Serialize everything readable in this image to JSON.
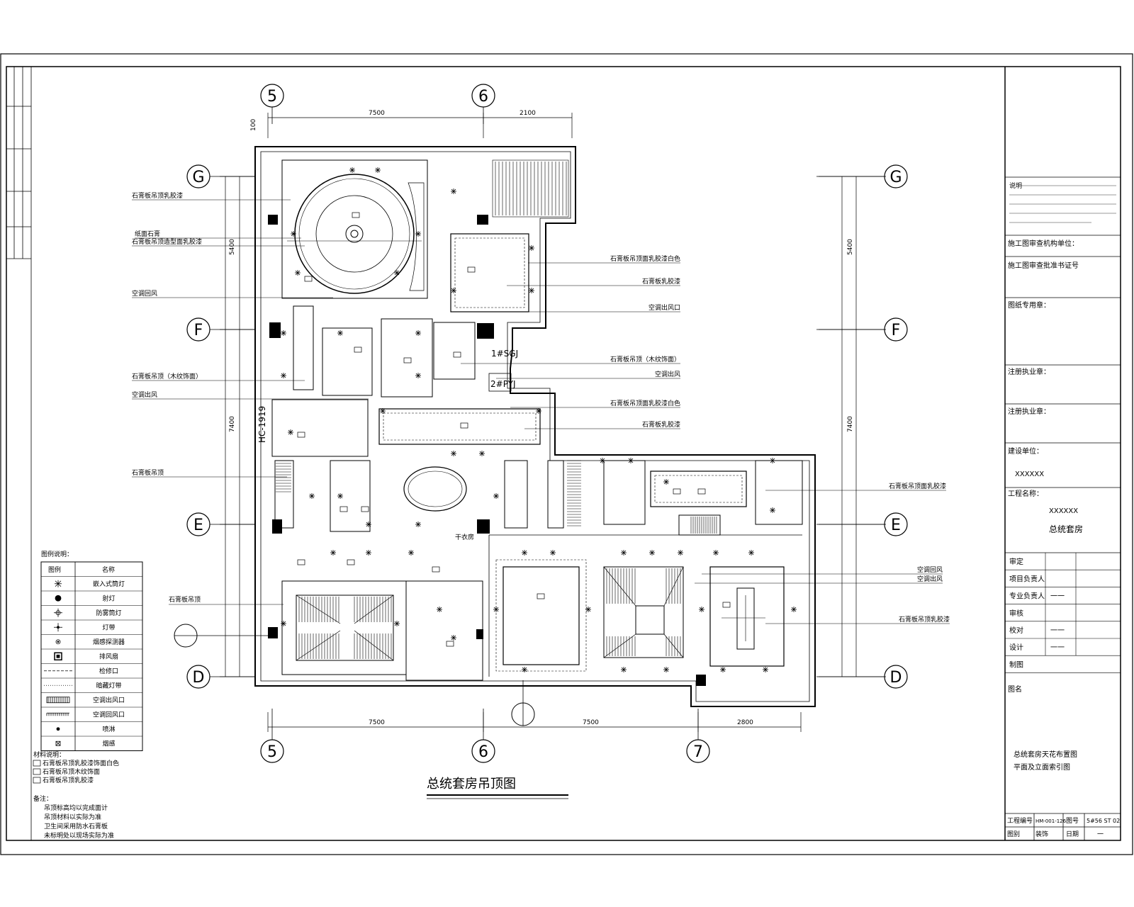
{
  "drawing": {
    "title": "总统套房吊顶图",
    "axes_top": [
      "5",
      "6"
    ],
    "axes_bottom": [
      "5",
      "6",
      "7"
    ],
    "axes_rows": [
      "G",
      "F",
      "E",
      "D"
    ],
    "dims_top": [
      "7500",
      "2100"
    ],
    "dims_bottom": [
      "7500",
      "7500",
      "2800"
    ],
    "dim_left_top": "100",
    "dims_left": [
      "5400",
      "7400"
    ],
    "dims_right": [
      "5400",
      "7400"
    ]
  },
  "room_texts": {
    "shaft_a": "1#SGJ",
    "shaft_b": "2#PYJ",
    "hc": "HC-1919",
    "dressing": "干衣房"
  },
  "callouts_left": [
    "石膏板吊顶乳胶漆",
    "纸面石膏",
    "石膏板吊顶造型面乳胶漆",
    "空调回风",
    "石膏板吊顶（木纹饰面）",
    "空调出风",
    "石膏板吊顶"
  ],
  "callouts_right": [
    "石膏板吊顶面乳胶漆白色",
    "石膏板乳胶漆",
    "空调出风口",
    "石膏板吊顶（木纹饰面）",
    "空调出风",
    "石膏板吊顶面乳胶漆白色",
    "石膏板乳胶漆",
    "石膏板吊顶面乳胶漆",
    "空调回风",
    "空调出风",
    "石膏板吊顶乳胶漆"
  ],
  "legend": {
    "title": "图例说明：",
    "header_icon": "图例",
    "header_name": "名称",
    "items": [
      {
        "icon": "star-icon",
        "name": "嵌入式筒灯"
      },
      {
        "icon": "circle-dot-icon",
        "name": "射灯"
      },
      {
        "icon": "cross-circle-icon",
        "name": "防雾筒灯"
      },
      {
        "icon": "cross-icon",
        "name": "灯带"
      },
      {
        "icon": "ring-icon",
        "name": "烟感探测器"
      },
      {
        "icon": "square-icon",
        "name": "排风扇"
      },
      {
        "icon": "dash-line-icon",
        "name": "检修口"
      },
      {
        "icon": "dotted-line-icon",
        "name": "暗藏灯带"
      },
      {
        "icon": "vent-thick-icon",
        "name": "空调出风口"
      },
      {
        "icon": "vent-thin-icon",
        "name": "空调回风口"
      },
      {
        "icon": "dot-icon",
        "name": "喷淋"
      },
      {
        "icon": "x-box-icon",
        "name": "烟感"
      }
    ]
  },
  "material_notes": {
    "title": "材料说明：",
    "items": [
      "石膏板吊顶乳胶漆饰面白色",
      "石膏板吊顶木纹饰面",
      "石膏板吊顶乳胶漆"
    ]
  },
  "remarks": {
    "title": "备注：",
    "items": [
      "吊顶标高均以完成面计",
      "吊顶材料以实际为准",
      "卫生间采用防水石膏板",
      "未标明处以现场实际为准"
    ]
  },
  "title_block": {
    "notice": "说明",
    "rows": [
      "施工图审查机构单位：",
      "施工图审查批准书证号",
      "图纸专用章：",
      "注册执业章：",
      "注册执业章："
    ],
    "design_unit_label": "建设单位：",
    "design_unit": "XXXXXX",
    "project_label": "工程名称：",
    "project_code": "XXXXXX",
    "project_name": "总统套房",
    "roles": [
      "审定",
      "项目负责人",
      "专业负责人",
      "审核",
      "校对",
      "设计",
      "制图"
    ],
    "role_values": [
      "",
      "",
      "一一",
      "",
      "一一",
      "一一",
      ""
    ],
    "drawing_name_label": "图名",
    "drawing_name_line1": "总统套房天花布置图",
    "drawing_name_line2": "平面及立面索引图",
    "footer_row1": [
      "工程编号",
      "HM-001-126",
      "图号",
      "5#56 ST 02"
    ],
    "footer_row2": [
      "图别",
      "装饰",
      "日期",
      "一"
    ]
  }
}
